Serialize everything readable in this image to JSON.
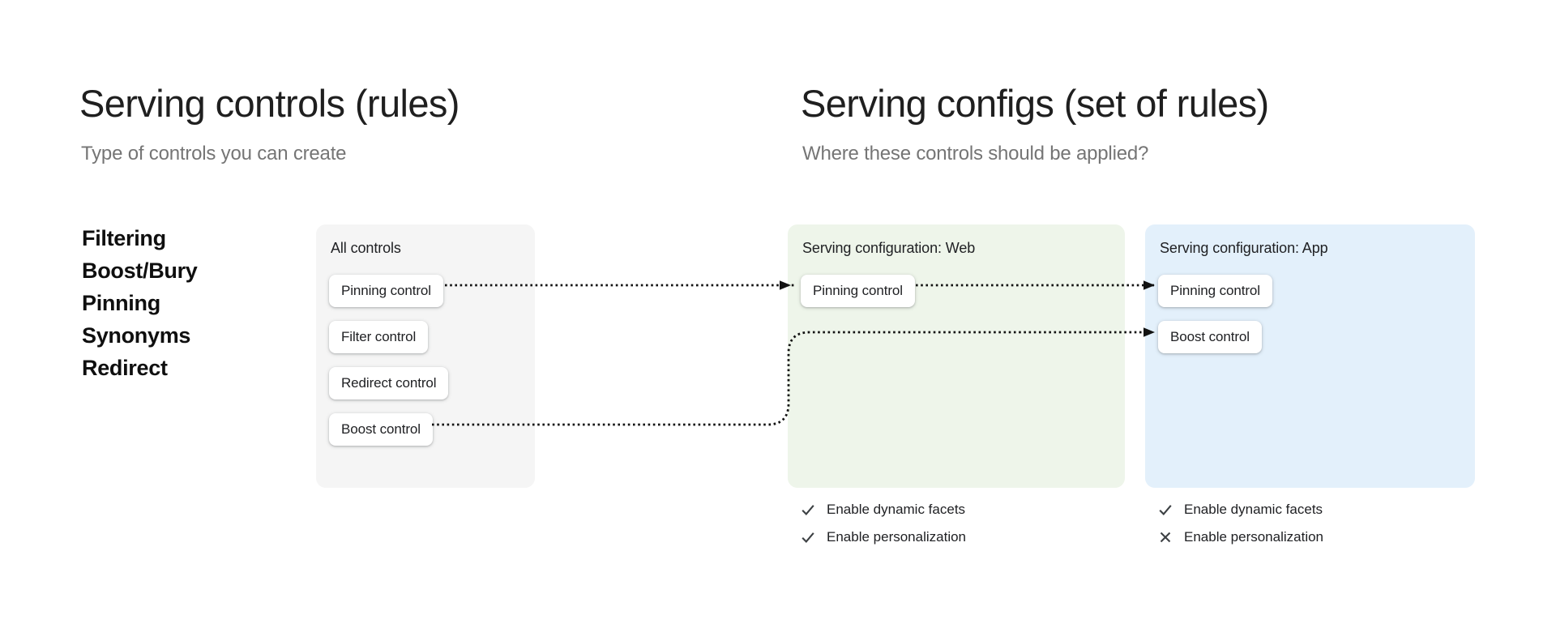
{
  "left_section": {
    "title": "Serving controls (rules)",
    "subtitle": "Type of controls you can create",
    "control_types": [
      "Filtering",
      "Boost/Bury",
      "Pinning",
      "Synonyms",
      "Redirect"
    ]
  },
  "right_section": {
    "title": "Serving configs (set of rules)",
    "subtitle": "Where these controls should be applied?"
  },
  "panels": {
    "all_controls": {
      "label": "All controls",
      "controls": [
        "Pinning control",
        "Filter control",
        "Redirect control",
        "Boost control"
      ]
    },
    "web": {
      "label": "Serving configuration: Web",
      "controls": [
        "Pinning control"
      ],
      "features": [
        {
          "name": "Enable dynamic facets",
          "enabled": true
        },
        {
          "name": "Enable personalization",
          "enabled": true
        }
      ]
    },
    "app": {
      "label": "Serving configuration: App",
      "controls": [
        "Pinning control",
        "Boost control"
      ],
      "features": [
        {
          "name": "Enable dynamic facets",
          "enabled": true
        },
        {
          "name": "Enable personalization",
          "enabled": false
        }
      ]
    }
  },
  "connectors": [
    {
      "from": "all-controls-pinning",
      "to": "web-pinning"
    },
    {
      "from": "web-pinning",
      "to": "app-pinning"
    },
    {
      "from": "all-controls-boost",
      "to": "app-boost"
    }
  ],
  "colors": {
    "all_controls_bg": "#f5f5f5",
    "web_bg": "#eef5ea",
    "app_bg": "#e3f0fb",
    "heading": "#1f1f1f",
    "subtitle": "#757575",
    "text": "#202124",
    "icon": "#3c4043",
    "connector": "#121212"
  }
}
